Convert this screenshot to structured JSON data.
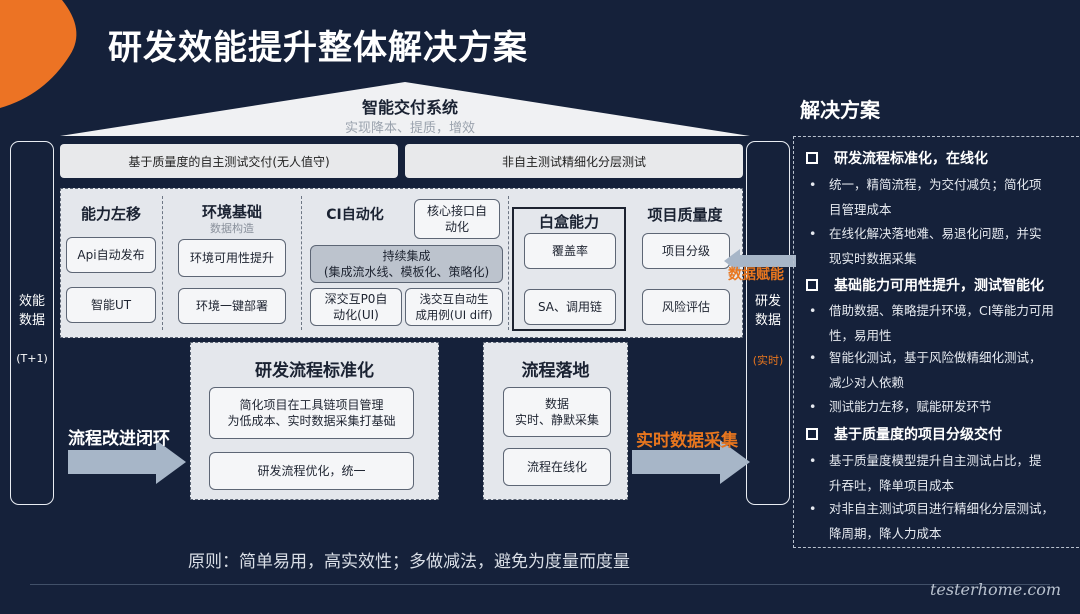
{
  "title": "研发效能提升整体解决方案",
  "roof": {
    "title": "智能交付系统",
    "subtitle": "实现降本、提质，增效"
  },
  "banners": [
    "基于质量度的自主测试交付(无人值守)",
    "非自主测试精细化分层测试"
  ],
  "left_pillar": {
    "title": "效能\n数据",
    "sub": "(T+1)"
  },
  "right_pillar": {
    "title": "研发\n数据",
    "sub": "(实时)"
  },
  "capability": {
    "shift_left": {
      "title": "能力左移",
      "items": [
        "Api自动发布",
        "智能UT"
      ]
    },
    "env": {
      "title": "环境基础",
      "subtitle": "数据构造",
      "items": [
        "环境可用性提升",
        "环境一键部署"
      ]
    },
    "ci": {
      "title": "CI自动化",
      "core": "核心接口自\n动化",
      "ci_main": "持续集成\n(集成流水线、模板化、策略化)",
      "deep": "深交互P0自\n动化(UI)",
      "shallow": "浅交互自动生\n成用例(UI diff)"
    },
    "whitebox": {
      "title": "白盒能力",
      "items": [
        "覆盖率",
        "SA、调用链"
      ]
    },
    "quality": {
      "title": "项目质量度",
      "items": [
        "项目分级",
        "风险评估"
      ]
    }
  },
  "std": {
    "title": "研发流程标准化",
    "items": [
      "简化项目在工具链项目管理\n为低成本、实时数据采集打基础",
      "研发流程优化，统一"
    ]
  },
  "landing": {
    "title": "流程落地",
    "items": [
      "数据\n实时、静默采集",
      "流程在线化"
    ]
  },
  "labels": {
    "loop": "流程改进闭环",
    "realtime": "实时数据采集",
    "empower": "数据赋能"
  },
  "principle": "原则：简单易用，高实效性；多做减法，避免为度量而度量",
  "solution": {
    "title": "解决方案",
    "sections": [
      {
        "heading": "研发流程标准化，在线化",
        "bullets": [
          "统一，精简流程，为交付减负；简化项\n目管理成本",
          "在线化解决落地难、易退化问题，并实\n现实时数据采集"
        ]
      },
      {
        "heading": "基础能力可用性提升，测试智能化",
        "bullets": [
          "借助数据、策略提升环境，CI等能力可用\n性，易用性",
          "智能化测试，基于风险做精细化测试，\n减少对人依赖",
          "测试能力左移，赋能研发环节"
        ]
      },
      {
        "heading": "基于质量度的项目分级交付",
        "bullets": [
          "基于质量度模型提升自主测试占比，提\n升吞吐，降单项目成本",
          "对非自主测试项目进行精细化分层测试，\n降周期，降人力成本"
        ]
      }
    ]
  },
  "watermark": "testerhome.com",
  "colors": {
    "background": "#15213a",
    "accent": "#e8761e",
    "corner": "#ec7324"
  }
}
